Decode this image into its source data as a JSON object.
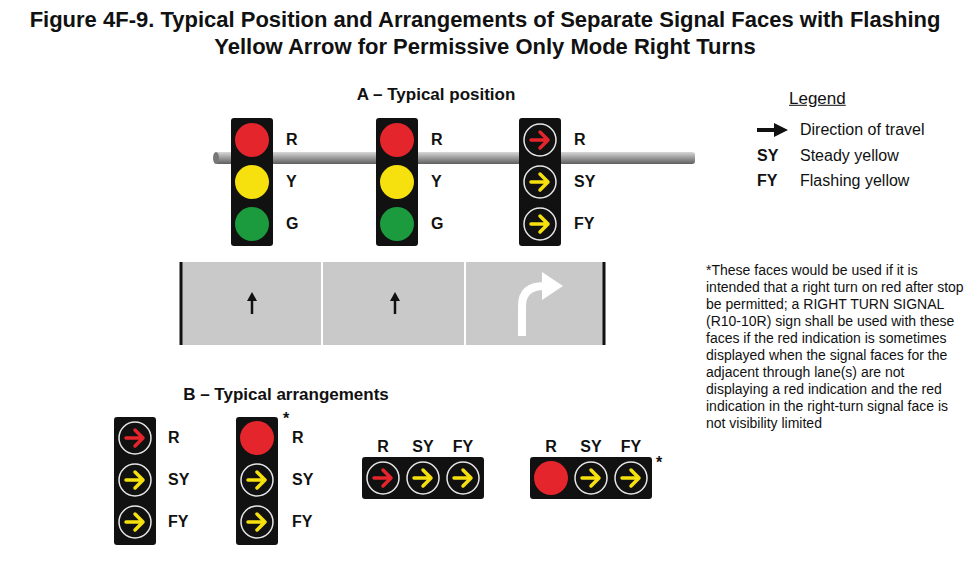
{
  "diagram": {
    "title": "Figure 4F-9. Typical Position and Arrangements of Separate Signal Faces with Flashing Yellow Arrow for Permissive Only Mode Right Turns",
    "labels": [
      "A – Typical position",
      "R",
      "Y",
      "G",
      "R",
      "Y",
      "G",
      "R",
      "SY",
      "FY",
      "Legend",
      "SY",
      "FY",
      "*These faces would be used if it is intended that a right turn on red after stop be permitted; a RIGHT TURN SIGNAL (R10-10R) sign shall be used with these faces if the red indication is sometimes displayed when the signal faces for the adjacent through lane(s) are not displaying a red indication and the red indication in the right-turn signal face is not visibility limited",
      "B – Typical arrangements",
      "R",
      "SY",
      "FY",
      "*",
      "R",
      "SY",
      "FY",
      "R",
      "SY",
      "FY",
      "R",
      "SY",
      "FY",
      "*"
    ],
    "legend": [
      {
        "text": "Direction of travel"
      },
      {
        "text": "Steady yellow"
      },
      {
        "text": "Flashing yellow"
      }
    ]
  }
}
